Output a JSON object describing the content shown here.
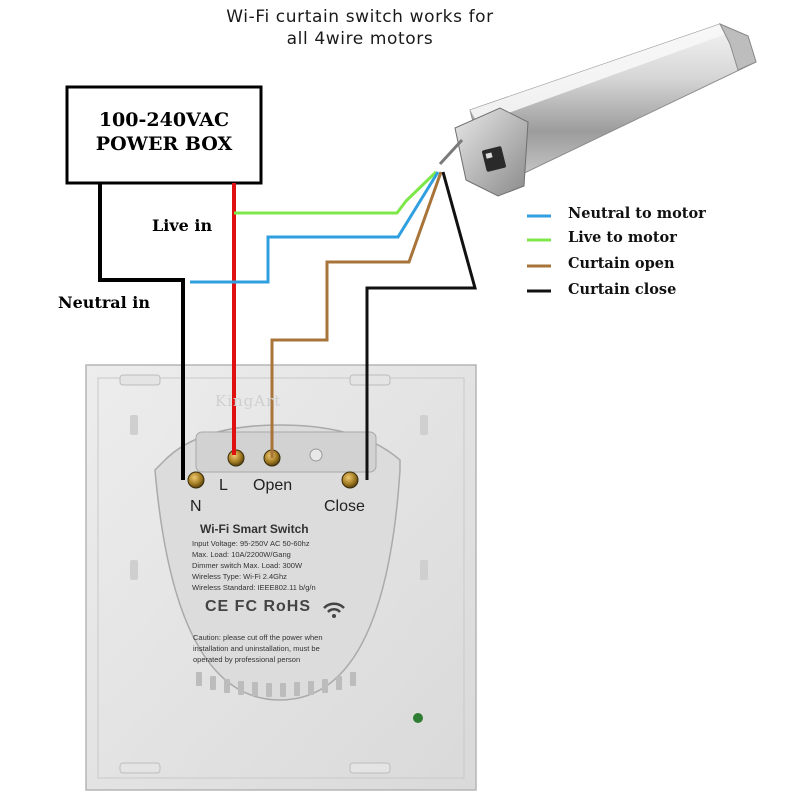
{
  "title": {
    "line1": "Wi-Fi curtain switch works for",
    "line2": "all 4wire motors"
  },
  "power_box": {
    "line1": "100-240VAC",
    "line2": "POWER BOX"
  },
  "labels": {
    "live_in": "Live in",
    "neutral_in": "Neutral in"
  },
  "legend": [
    {
      "label": "Neutral to motor",
      "color": "#2f9fe0"
    },
    {
      "label": "Live to motor",
      "color": "#7ee84a"
    },
    {
      "label": "Curtain open",
      "color": "#a8743a"
    },
    {
      "label": "Curtain close",
      "color": "#111111"
    }
  ],
  "wire_colors": {
    "live_supply": "#e01010",
    "neutral_supply": "#000000"
  },
  "terminals": {
    "n": "N",
    "l": "L",
    "open": "Open",
    "close": "Close"
  },
  "panel": {
    "brand": "KingArt",
    "product": "Wi-Fi Smart Switch",
    "specs": [
      "Input Voltage: 95-250V AC 50-60hz",
      "Max. Load: 10A/2200W/Gang",
      "Dimmer switch Max. Load: 300W",
      "Wireless Type: Wi-Fi 2.4Ghz",
      "Wireless Standard: IEEE802.11 b/g/n"
    ],
    "certifications": "CE FC RoHS",
    "caution": [
      "Caution: please cut off the power when",
      "installation and uninstallation, must be",
      "operated by professional person"
    ]
  }
}
